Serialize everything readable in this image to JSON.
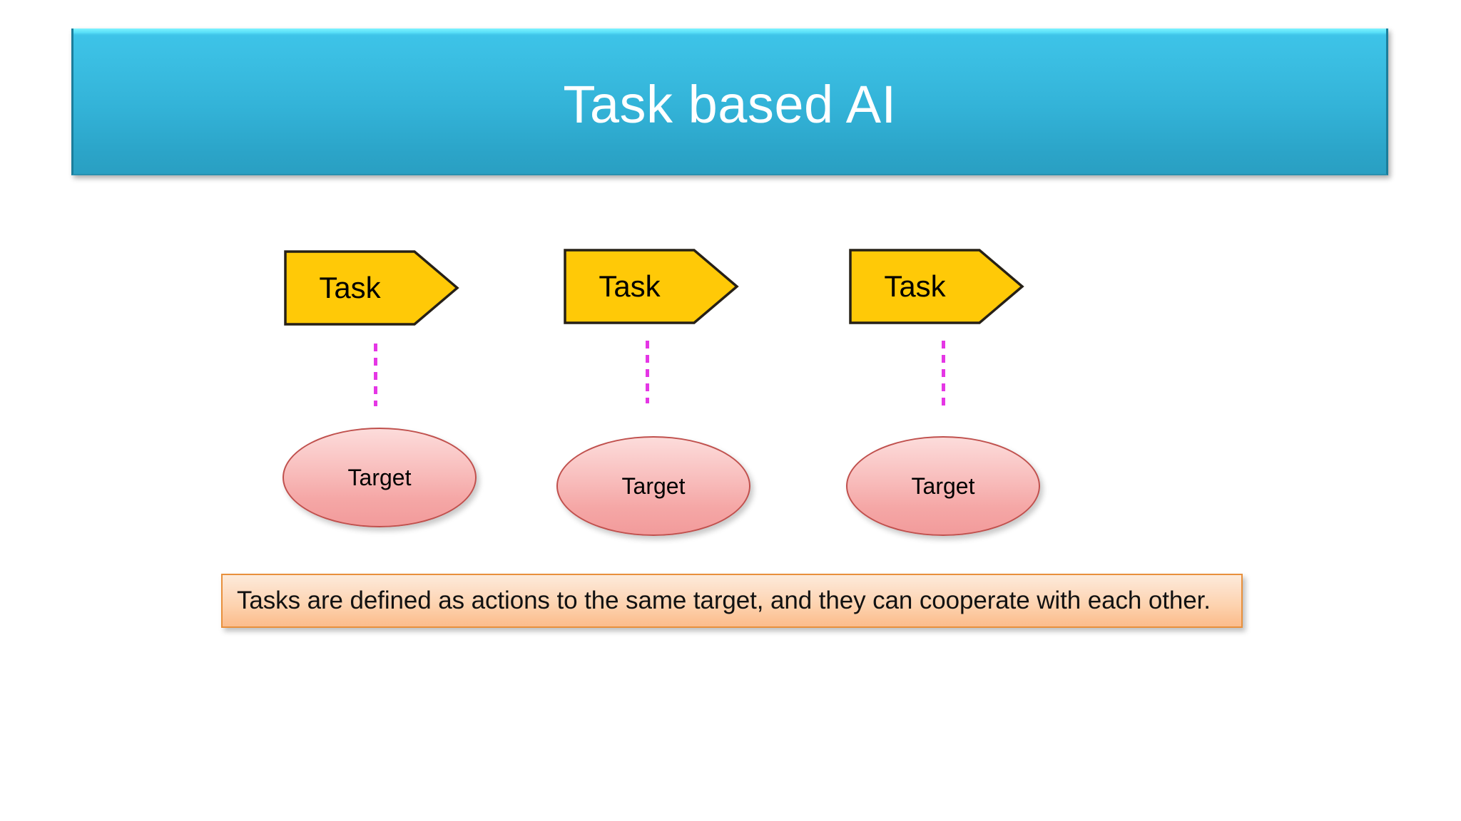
{
  "slide": {
    "title": "Task based AI",
    "background_color": "#ffffff",
    "banner_color_top": "#5fe4fb",
    "banner_color_bottom": "#2a9fc2",
    "title_color": "#ffffff"
  },
  "nodes": {
    "tasks": [
      {
        "label": "Task",
        "fill": "#FFC907",
        "stroke": "#262017"
      },
      {
        "label": "Task",
        "fill": "#FFC907",
        "stroke": "#262017"
      },
      {
        "label": "Task",
        "fill": "#FFC907",
        "stroke": "#262017"
      }
    ],
    "targets": [
      {
        "label": "Target",
        "fill": "#f8bcbb",
        "stroke": "#c0504d"
      },
      {
        "label": "Target",
        "fill": "#f8bcbb",
        "stroke": "#c0504d"
      },
      {
        "label": "Target",
        "fill": "#f8bcbb",
        "stroke": "#c0504d"
      }
    ],
    "connectors": [
      {
        "style": "dashed",
        "color": "#e536e5"
      },
      {
        "style": "dashed",
        "color": "#e536e5"
      },
      {
        "style": "dashed",
        "color": "#e536e5"
      }
    ]
  },
  "caption": {
    "text": "Tasks are defined as actions to the same target, and they can cooperate with each other.",
    "fill_top": "#fdebdb",
    "fill_bottom": "#fbbd8e",
    "border": "#e8903c"
  }
}
